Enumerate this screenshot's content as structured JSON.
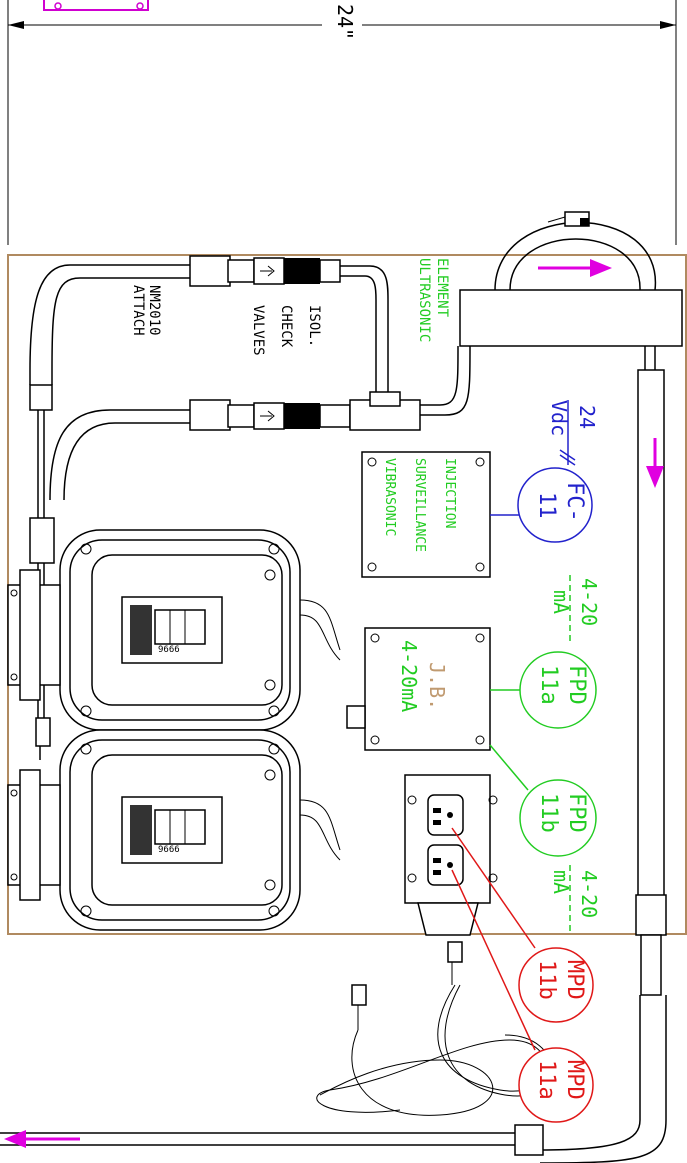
{
  "dimension": {
    "label": "24\""
  },
  "colors": {
    "board": "#b08a60",
    "green": "#22cc22",
    "blue": "#2222cc",
    "red": "#e01818",
    "magenta": "#e000e0",
    "tan": "#c09a70"
  },
  "labels": {
    "attach": [
      "NM2010",
      "ATTACH"
    ],
    "valves": [
      "ISOL.",
      "CHECK",
      "VALVES"
    ],
    "element": [
      "ELEMENT",
      "ULTRASONIC"
    ],
    "injection": [
      "INJECTION",
      "SURVEILLANCE",
      "VIBRASONIC"
    ],
    "jb": [
      "J.B.",
      "4-20mA"
    ]
  },
  "bubbles": {
    "fc11": {
      "line1": "FC-",
      "line2": "11"
    },
    "fpd11a": {
      "line1": "FPD",
      "line2": "11a"
    },
    "fpd11b": {
      "line1": "FPD",
      "line2": "11b"
    },
    "mpd11b": {
      "line1": "MPD",
      "line2": "11b"
    },
    "mpd11a": {
      "line1": "MPD",
      "line2": "11a"
    }
  },
  "signals": {
    "vdc": {
      "top": "24",
      "bottom": "Vdc"
    },
    "ma_top": {
      "top": "4-20",
      "bottom": "mA"
    },
    "ma_bottom": {
      "top": "4-20",
      "bottom": "mA"
    }
  }
}
